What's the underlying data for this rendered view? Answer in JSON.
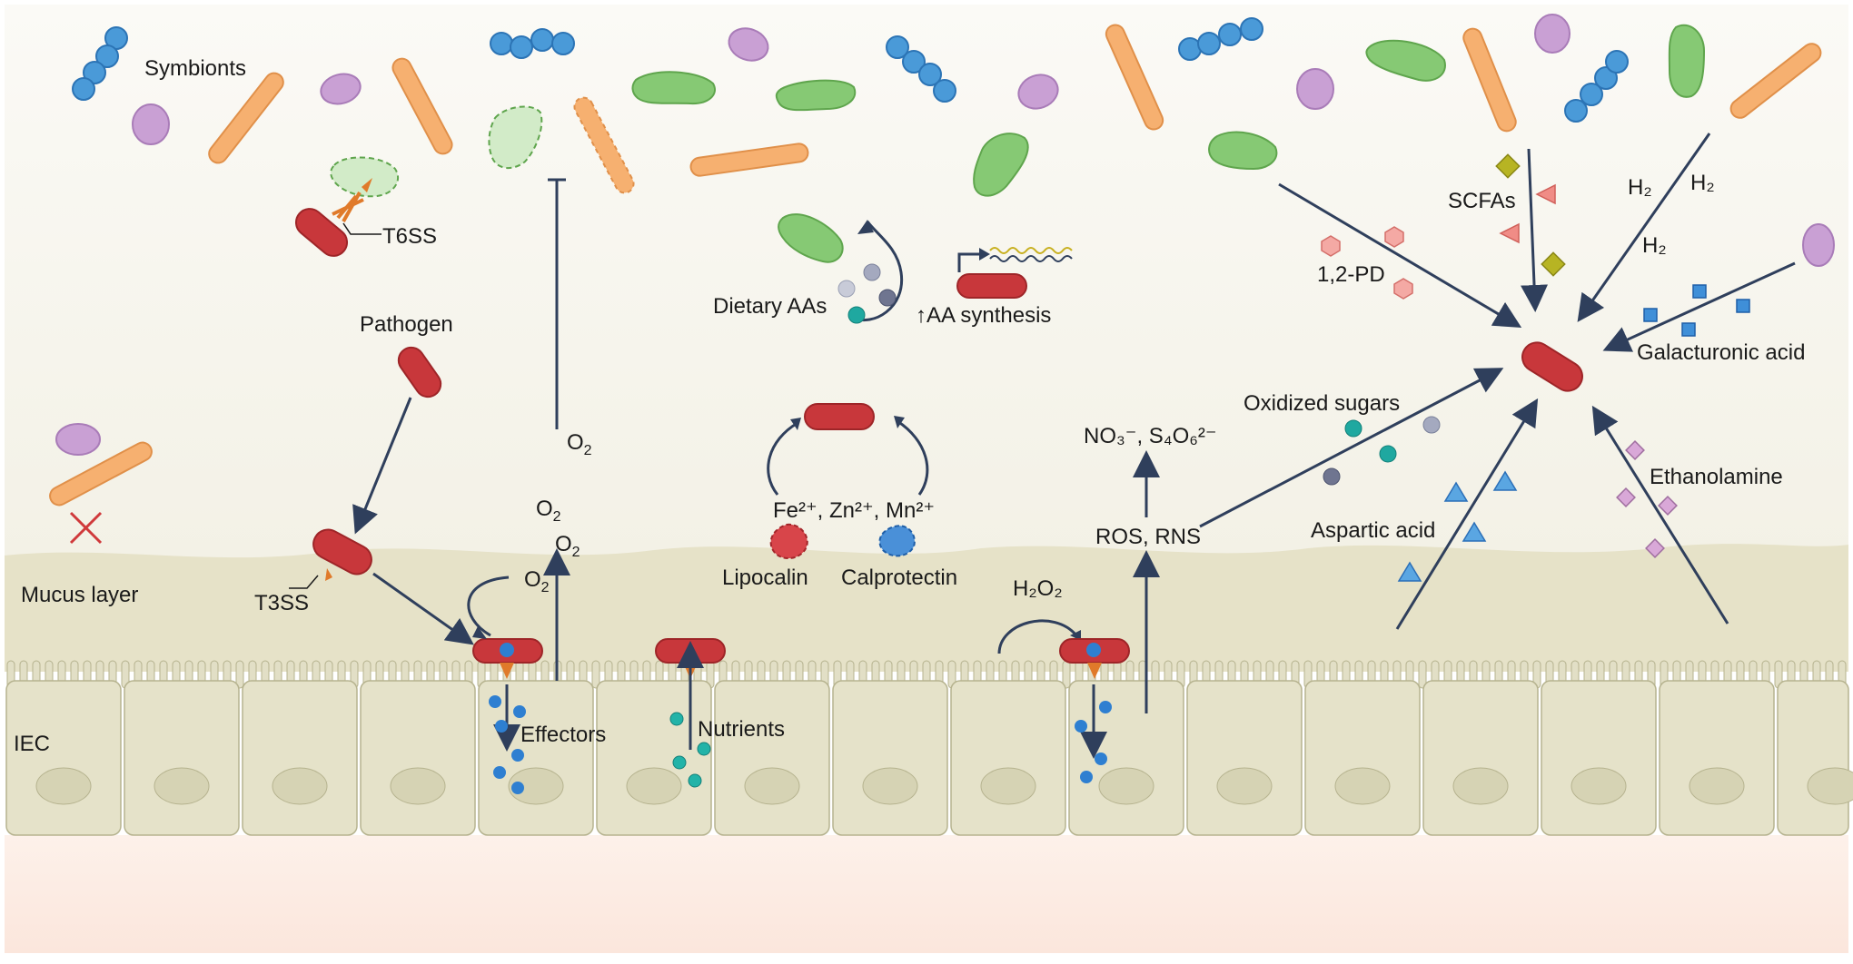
{
  "labels": {
    "symbionts": "Symbionts",
    "t6ss": "T6SS",
    "pathogen": "Pathogen",
    "mucus_layer": "Mucus layer",
    "t3ss": "T3SS",
    "iec": "IEC",
    "effectors": "Effectors",
    "nutrients": "Nutrients",
    "dietary_aas": "Dietary AAs",
    "aa_synthesis": "↑AA synthesis",
    "metals": "Fe²⁺, Zn²⁺, Mn²⁺",
    "lipocalin": "Lipocalin",
    "calprotectin": "Calprotectin",
    "h2o2": "H₂O₂",
    "ros_rns": "ROS, RNS",
    "no3_s4o6": "NO₃⁻, S₄O₆²⁻",
    "oxidized_sugars": "Oxidized sugars",
    "aspartic_acid": "Aspartic acid",
    "ethanolamine": "Ethanolamine",
    "galacturonic_acid": "Galacturonic acid",
    "pd_12": "1,2-PD",
    "scfas": "SCFAs",
    "h2_a": "H₂",
    "h2_b": "H₂",
    "h2_c": "H₂",
    "o2_label_a": "O",
    "o2_label_b": "O",
    "o2_label_c": "O",
    "o2_label_d": "O",
    "o2_sub": "2"
  },
  "colors": {
    "pathogen": "#c8373b",
    "orange_rod": "#f2a35a",
    "green_bacterium": "#7fc46c",
    "purple_cell": "#c79ad2",
    "blue_coccus": "#4a9ad8",
    "arrow": "#2f3f5c",
    "mucus": "#e9e6d1",
    "epithelium": "#e0dec4",
    "lumen": "#f9f8f3",
    "teal": "#1fa8a0",
    "lipocalin": "#d8454a",
    "calprotectin": "#4a90d8"
  }
}
